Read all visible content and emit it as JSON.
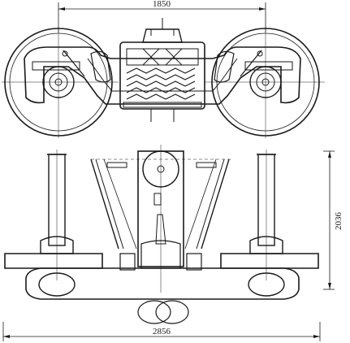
{
  "drawing": {
    "dimensions": {
      "top_width": "1850",
      "height_right": "2036",
      "bottom_width": "2856"
    }
  },
  "colors": {
    "ink": "#1a1a1a",
    "paper": "#ffffff"
  }
}
